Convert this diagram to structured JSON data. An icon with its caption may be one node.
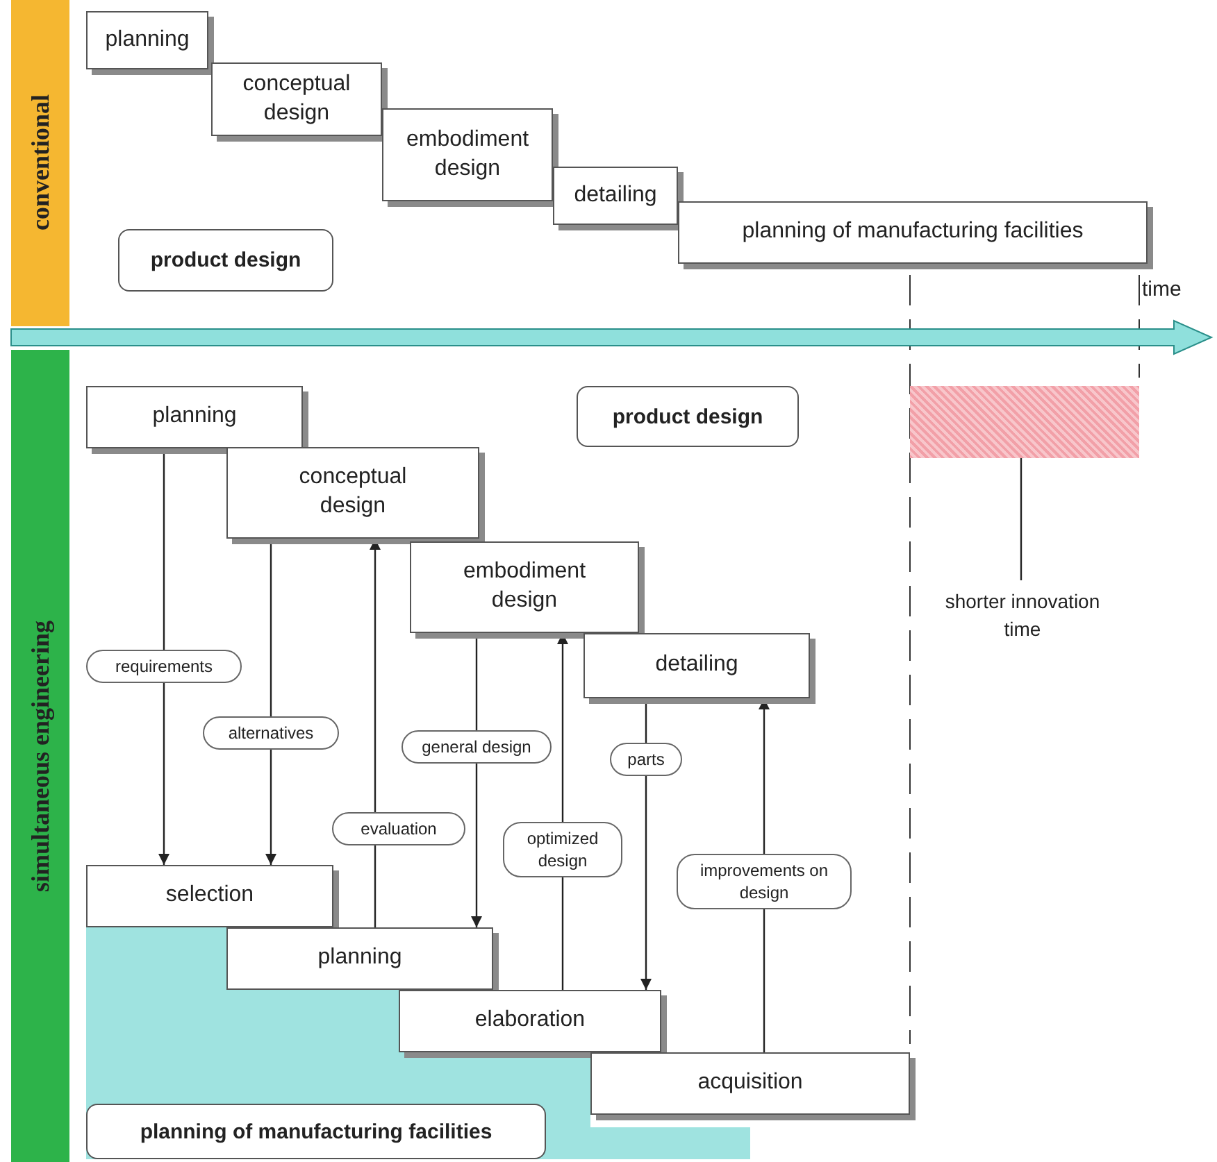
{
  "diagram": {
    "nodes": [
      {
        "text": [
          "conventional"
        ]
      },
      {
        "text": [
          "planning"
        ]
      },
      {
        "text": [
          "conceptual design"
        ]
      },
      {
        "text": [
          "embodiment design"
        ]
      },
      {
        "text": [
          "detailing"
        ]
      },
      {
        "text": [
          "planning of manufacturing facilities"
        ]
      },
      {
        "text": [
          "product design"
        ]
      },
      {
        "text": [
          "simultaneous engineering"
        ]
      },
      {
        "text": [
          "planning"
        ]
      },
      {
        "text": [
          "conceptual design"
        ]
      },
      {
        "text": [
          "embodiment design"
        ]
      },
      {
        "text": [
          "detailing"
        ]
      },
      {
        "text": [
          "product design"
        ]
      },
      {
        "text": [
          "selection"
        ]
      },
      {
        "text": [
          "planning"
        ]
      },
      {
        "text": [],
        "shape": "box"
      },
      {
        "text": [
          "elaboration"
        ],
        "in": 15
      },
      {
        "text": [
          "acquisition"
        ]
      },
      {
        "text": [
          "planning of manufacturing facilities"
        ],
        "in": 15
      },
      {
        "text": [
          "shorter innovation time"
        ]
      },
      {
        "text": [],
        "shape": "box"
      },
      {
        "text": [],
        "shape": "box"
      }
    ],
    "edges": [
      {
        "from": 8,
        "to": 13,
        "arrow": "to",
        "label": "requirements"
      },
      {
        "from": 9,
        "to": 13,
        "arrow": "to",
        "label": "alternatives"
      },
      {
        "from": 14,
        "to": 9,
        "arrow": "to",
        "label": "evaluation"
      },
      {
        "from": 10,
        "to": 14,
        "arrow": "to",
        "label": "general design"
      },
      {
        "from": 16,
        "to": 10,
        "arrow": "to",
        "label": "optimized design"
      },
      {
        "from": 11,
        "to": 16,
        "arrow": "to",
        "label": "parts"
      },
      {
        "from": 17,
        "to": 11,
        "arrow": "to",
        "label": "improvements on design"
      },
      {
        "from": 19,
        "to": 20,
        "arrow": "none"
      }
    ],
    "labels": [
      "time"
    ]
  }
}
